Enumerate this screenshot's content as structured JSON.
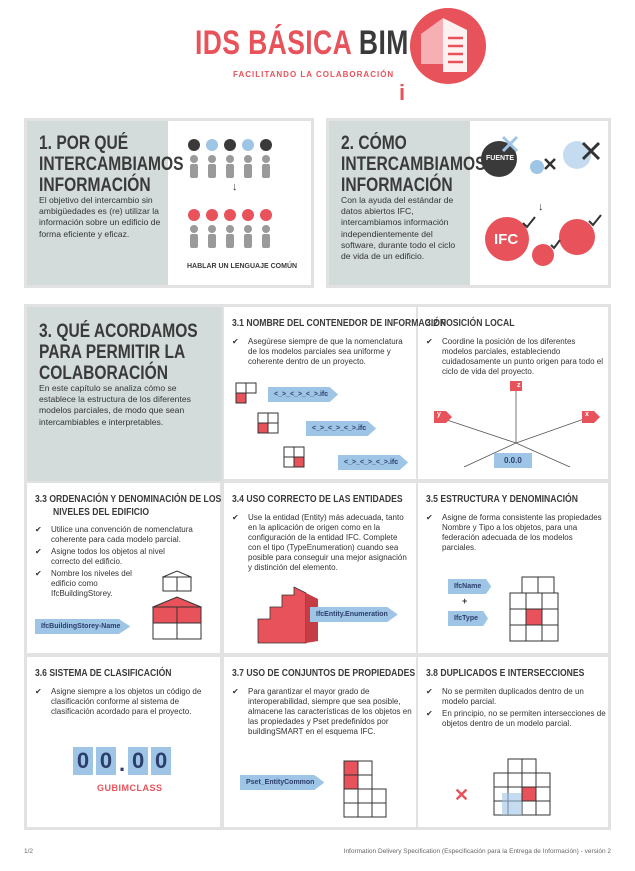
{
  "header": {
    "title_red": "IDS BÁSICA",
    "title_dark": "BIM",
    "subtitle": "FACILITANDO LA COLABORACIÓN"
  },
  "section1": {
    "title_lines": [
      "1. POR QUÉ",
      "INTERCAMBIAMOS",
      "INFORMACIÓN"
    ],
    "body": "El objetivo del intercambio sin ambigüedades es (re) utilizar la información sobre un edificio de forma eficiente y eficaz.",
    "caption": "HABLAR UN LENGUAJE COMÚN",
    "arrow": "↓"
  },
  "section2": {
    "title_lines": [
      "2. CÓMO",
      "INTERCAMBIAMOS",
      "INFORMACIÓN"
    ],
    "body": "Con la ayuda del estándar de datos abiertos IFC, intercambiamos información independientemente del software, durante todo el ciclo de vida de un edificio.",
    "fuente": "FUENTE",
    "ifc": "IFC",
    "arrow": "↓"
  },
  "section3": {
    "title_lines": [
      "3. QUÉ ACORDAMOS",
      "PARA PERMITIR LA",
      "COLABORACIÓN"
    ],
    "body": "En este capítulo se analiza cómo se establece la estructura de los diferentes modelos parciales, de modo que sean intercambiables e interpretables."
  },
  "s31": {
    "title": "3.1  NOMBRE DEL CONTENEDOR DE INFORMACIÓN",
    "bullet": "Asegúrese siempre de que la nomenclatura de los modelos parciales sea uniforme y coherente dentro de un proyecto.",
    "tags": [
      "<_>_<_>_<_>.ifc",
      "<_>_<_>_<_>.ifc",
      "<_>_<_>_<_>.ifc"
    ]
  },
  "s32": {
    "title": "3.2  POSICIÓN LOCAL",
    "bullet": "Coordine la posición de los diferentes modelos parciales, estableciendo cuidadosamente un punto origen para todo el ciclo de vida del proyecto.",
    "axis_z": "z",
    "axis_y": "y",
    "axis_x": "x",
    "origin": "0.0.0"
  },
  "s33": {
    "title_lines": [
      "3.3  ORDENACIÓN Y DENOMINACIÓN DE LOS",
      "NIVELES DEL EDIFICIO"
    ],
    "bullets": [
      "Utilice una convención de nomenclatura coherente para cada modelo parcial.",
      "Asigne todos los objetos al nivel correcto del edificio.",
      "Nombre los niveles del edificio como IfcBuildingStorey."
    ],
    "tag": "IfcBuildingStorey-Name"
  },
  "s34": {
    "title": "3.4  USO CORRECTO DE LAS ENTIDADES",
    "bullet": "Use la entidad (Entity) más adecuada, tanto en la aplicación de origen como en la configuración de la entidad IFC. Complete con el tipo (TypeEnumeration) cuando sea posible para conseguir una mejor asignación y distinción del elemento.",
    "tag": "IfcEntity.Enumeration"
  },
  "s35": {
    "title": "3.5  ESTRUCTURA Y DENOMINACIÓN",
    "bullet": "Asigne de forma consistente las propiedades Nombre y Tipo a los objetos, para una federación adecuada de los modelos parciales.",
    "tag1": "IfcName",
    "plus": "+",
    "tag2": "IfcType"
  },
  "s36": {
    "title": "3.6  SISTEMA DE CLASIFICACIÓN",
    "bullet": "Asigne siempre a los objetos un código de clasificación conforme al sistema de clasificación acordado para el proyecto.",
    "digits": [
      "0",
      "0",
      "0",
      "0"
    ],
    "dot": ".",
    "caption": "GUBIMCLASS"
  },
  "s37": {
    "title": "3.7  USO DE CONJUNTOS DE PROPIEDADES",
    "bullet": "Para garantizar el mayor grado de interoperabilidad, siempre que sea posible, almacene las características de los objetos en las propiedades y Pset predefinidos por buildingSMART en el esquema IFC.",
    "tag": "Pset_EntityCommon"
  },
  "s38": {
    "title": "3.8  DUPLICADOS E INTERSECCIONES",
    "bullets": [
      "No se permiten duplicados dentro de un modelo parcial.",
      "En principio, no se permiten intersecciones de objetos dentro de un modelo parcial."
    ],
    "cross": "✕"
  },
  "footer": {
    "page": "1/2",
    "text": "Information Delivery Specification (Especificación para la Entrega de Información) - versión 2"
  },
  "colors": {
    "accent": "#e8525a",
    "dark": "#3a3a3a",
    "grey_panel": "#d3dcdb",
    "tag_blue": "#9ec4e6"
  }
}
